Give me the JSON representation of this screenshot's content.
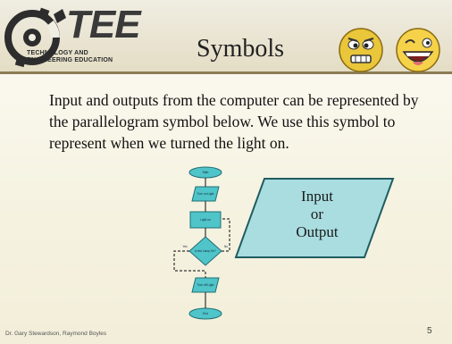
{
  "slide": {
    "title": "Symbols",
    "logo": {
      "main_text": "TEE",
      "sub_text": "Technology and Engineering Education"
    },
    "body": "Input and outputs from the computer can be represented by the parallelogram symbol below. We use this symbol to represent when we turned the light on.",
    "io_symbol": {
      "line1": "Input",
      "line2": "or",
      "line3": "Output",
      "fill": "#a9dde0"
    },
    "flowchart": {
      "start": "Start",
      "input": "Turn on Light",
      "process": "Light on",
      "decision": "Is the Lamp On?",
      "yes": "Yes",
      "no": "No",
      "output": "Turn off Light",
      "end": "End"
    },
    "footer": {
      "author": "Dr. Gary Stewardson, Raymond Boyles",
      "page_number": "5"
    }
  },
  "colors": {
    "flow_fill": "#4fc4c9",
    "header_band": "#e4ddc5",
    "emoji_yellow": "#f4d03f"
  }
}
